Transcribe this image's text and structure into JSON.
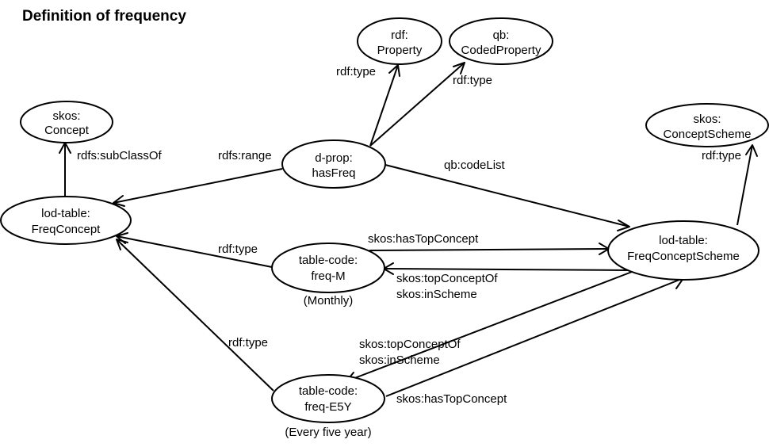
{
  "title": "Definition of frequency",
  "nodes": {
    "rdf_property": [
      "rdf:",
      "Property"
    ],
    "qb_codedproperty": [
      "qb:",
      "CodedProperty"
    ],
    "skos_concept": [
      "skos:",
      "Concept"
    ],
    "skos_conceptscheme": [
      "skos:",
      "ConceptScheme"
    ],
    "dprop_hasfreq": [
      "d-prop:",
      "hasFreq"
    ],
    "lod_freqconcept": [
      "lod-table:",
      "FreqConcept"
    ],
    "lod_freqconceptscheme": [
      "lod-table:",
      "FreqConceptScheme"
    ],
    "code_freqm": [
      "table-code:",
      "freq-M"
    ],
    "code_freqe5y": [
      "table-code:",
      "freq-E5Y"
    ]
  },
  "notes": {
    "freqm": "(Monthly)",
    "freqe5y": "(Every five year)"
  },
  "edges": {
    "hasfreq_type_property": "rdf:type",
    "hasfreq_type_codedproperty": "rdf:type",
    "freqconcept_subclassof": "rdfs:subClassOf",
    "hasfreq_range": "rdfs:range",
    "hasfreq_codelist": "qb:codeList",
    "scheme_type": "rdf:type",
    "freqm_type": "rdf:type",
    "freqm_hastopconcept": "skos:hasTopConcept",
    "scheme_topconceptof_m": [
      "skos:topConceptOf",
      "skos:inScheme"
    ],
    "freqe5y_type": "rdf:type",
    "scheme_topconceptof_e5y": [
      "skos:topConceptOf",
      "skos:inScheme"
    ],
    "freqe5y_hastopconcept": "skos:hasTopConcept"
  }
}
